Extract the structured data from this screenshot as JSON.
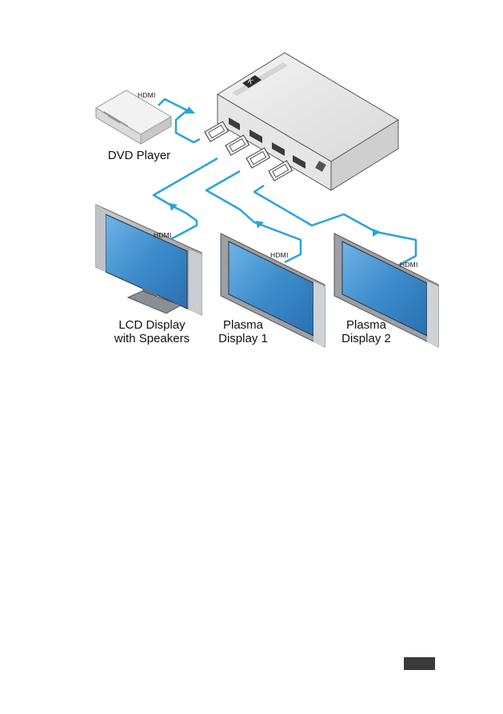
{
  "labels": {
    "dvd_player": "DVD Player",
    "lcd_line1": "LCD Display",
    "lcd_line2": "with Speakers",
    "plasma1_line1": "Plasma",
    "plasma1_line2": "Display 1",
    "plasma2_line1": "Plasma",
    "plasma2_line2": "Display 2",
    "hdmi_dvd": "HDMI",
    "hdmi_lcd": "HDMI",
    "hdmi_plasma1": "HDMI",
    "hdmi_plasma2": "HDMI"
  },
  "colors": {
    "cable": "#29a3dd",
    "screen": "#3f8fcf",
    "bezel": "#9aa0a6",
    "device_body": "#dcdcdc",
    "page_tab": "#3a3a3a"
  }
}
